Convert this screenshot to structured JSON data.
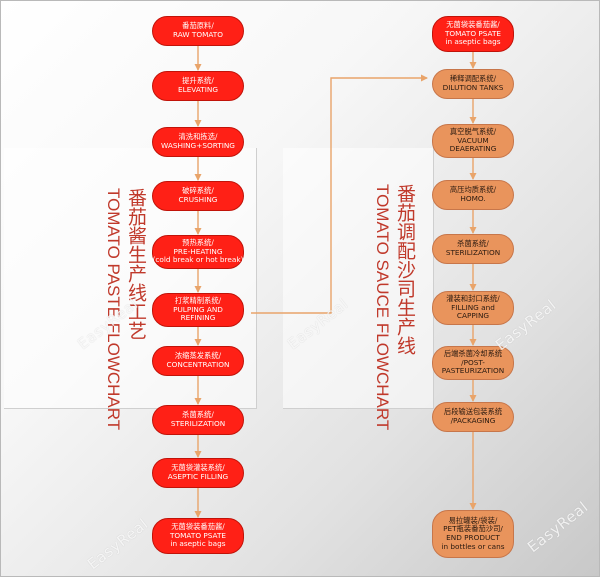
{
  "colors": {
    "paste_nodes": "#ff2016",
    "sauce_nodes": "#e9945c",
    "connector": "#e9a46a",
    "title_text": "#c0392b"
  },
  "paste_title": {
    "zh": "番茄酱生产线工艺",
    "en": "TOMATO PASTE FLOWCHART"
  },
  "sauce_title": {
    "zh": "番茄调配沙司生产线",
    "en": "TOMATO SAUCE FLOWCHART"
  },
  "paste_steps": [
    {
      "zh": "番茄原料/",
      "en": "RAW TOMATO"
    },
    {
      "zh": "提升系统/",
      "en": "ELEVATING"
    },
    {
      "zh": "清洗和拣选/",
      "en": "WASHING+SORTING"
    },
    {
      "zh": "破碎系统/",
      "en": "CRUSHING"
    },
    {
      "zh": "预热系统/",
      "en": "PRE-HEATING",
      "extra": "(cold break or hot break)"
    },
    {
      "zh": "打浆精制系统/",
      "en": "PULPING AND",
      "extra": "REFINING"
    },
    {
      "zh": "浓缩蒸发系统/",
      "en": "CONCENTRATION"
    },
    {
      "zh": "杀菌系统/",
      "en": "STERILIZATION"
    },
    {
      "zh": "无菌袋灌装系统/",
      "en": "ASEPTIC FILLING"
    },
    {
      "zh": "无菌袋装番茄酱/",
      "en": "TOMATO PSATE",
      "extra": "in aseptic bags"
    }
  ],
  "sauce_steps": [
    {
      "zh": "无菌袋装番茄酱/",
      "en": "TOMATO PSATE",
      "extra": "in aseptic bags",
      "style": "red"
    },
    {
      "zh": "稀释调配系统/",
      "en": "DILUTION TANKS"
    },
    {
      "zh": "真空脱气系统/",
      "en": "VACUUM",
      "extra": "DEAERATING"
    },
    {
      "zh": "高压均质系统/",
      "en": "HOMO."
    },
    {
      "zh": "杀菌系统/",
      "en": "STERILIZATION"
    },
    {
      "zh": "灌装和封口系统/",
      "en": "FILLING and",
      "extra": "CAPPING"
    },
    {
      "zh": "后端杀菌冷却系统",
      "en": "/POST-",
      "extra": "PASTEURIZATION"
    },
    {
      "zh": "后段输送包装系统",
      "en": "/PACKAGING"
    },
    {
      "zh": "易拉罐装/袋装/",
      "en": "PET瓶装番茄沙司/",
      "extra": "END PRODUCT",
      "extra2": "in bottles or cans"
    }
  ],
  "watermark": "EasyReal"
}
